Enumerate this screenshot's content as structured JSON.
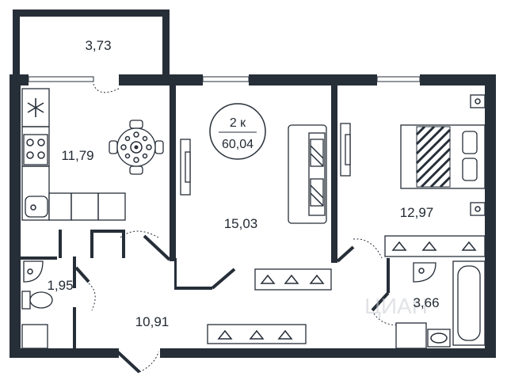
{
  "badge": {
    "rooms": "2 к",
    "area": "60,04"
  },
  "rooms": {
    "balcony": "3,73",
    "kitchen": "11,79",
    "living": "15,03",
    "bedroom": "12,97",
    "wc": "1,95",
    "hall": "10,91",
    "bathroom": "3,66"
  },
  "watermark": "ЦИАН",
  "colors": {
    "wall": "#262e38",
    "background": "#ffffff"
  }
}
